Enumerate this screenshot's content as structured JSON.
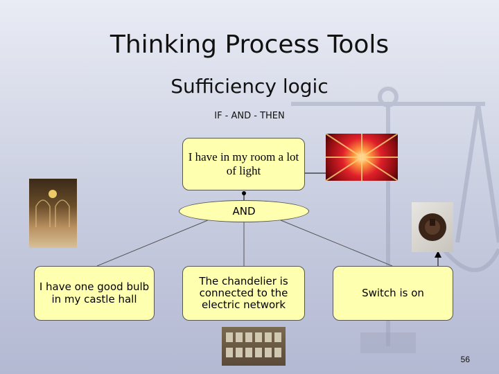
{
  "slide": {
    "title": "Thinking Process Tools",
    "subtitle": "Sufficiency logic",
    "caption": "IF - AND - THEN",
    "page_number": "56"
  },
  "diagram": {
    "effect_box": "I have in my room a lot of light",
    "and_label": "AND",
    "cause_left": "I have one good bulb in my castle hall",
    "cause_middle": "The chandelier is connected to the electric network",
    "cause_right": "Switch is on"
  },
  "images": {
    "light_burst": "red-light-burst-photo",
    "castle_hall": "castle-hall-photo",
    "switch": "light-switch-photo",
    "network_panel": "electric-panel-photo"
  },
  "colors": {
    "box_fill": "#ffffb0",
    "background": "#c8cde0"
  }
}
